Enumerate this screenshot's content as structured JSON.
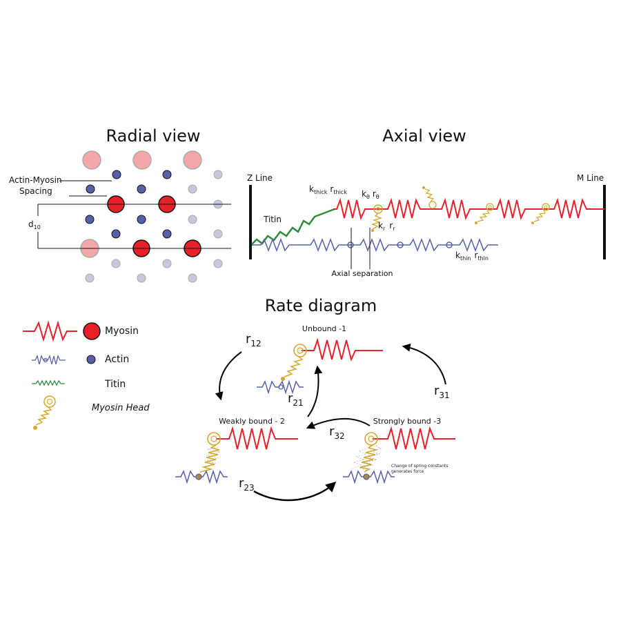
{
  "radial": {
    "title": "Radial view",
    "spacing_line1": "Actin-Myosin",
    "spacing_line2": "Spacing",
    "d_main": "d",
    "d_sub": "10"
  },
  "axial": {
    "title": "Axial view",
    "z_line": "Z Line",
    "m_line": "M Line",
    "titin": "Titin",
    "k": "k",
    "r": "r",
    "thick": "thick",
    "theta": "θ",
    "r_sub": "r",
    "thin": "thin",
    "axial_separation": "Axial separation"
  },
  "rate": {
    "title": "Rate diagram",
    "state1": "Unbound -1",
    "state2": "Weakly bound - 2",
    "state3": "Strongly bound -3",
    "r": "r",
    "r12": "12",
    "r21": "21",
    "r23": "23",
    "r32": "32",
    "r31": "31",
    "note_line1": "Change of spring constants",
    "note_line2": "generates force"
  },
  "legend": {
    "myosin": "Myosin",
    "actin": "Actin",
    "titin": "Titin",
    "myosin_head": "Myosin Head"
  },
  "colors": {
    "myosin": "#e8202a",
    "myosin_faded": "#f4a6a8",
    "actin": "#5560a8",
    "actin_faded": "#c5c9de",
    "titin": "#2e8b3a",
    "head": "#d4a82a"
  }
}
